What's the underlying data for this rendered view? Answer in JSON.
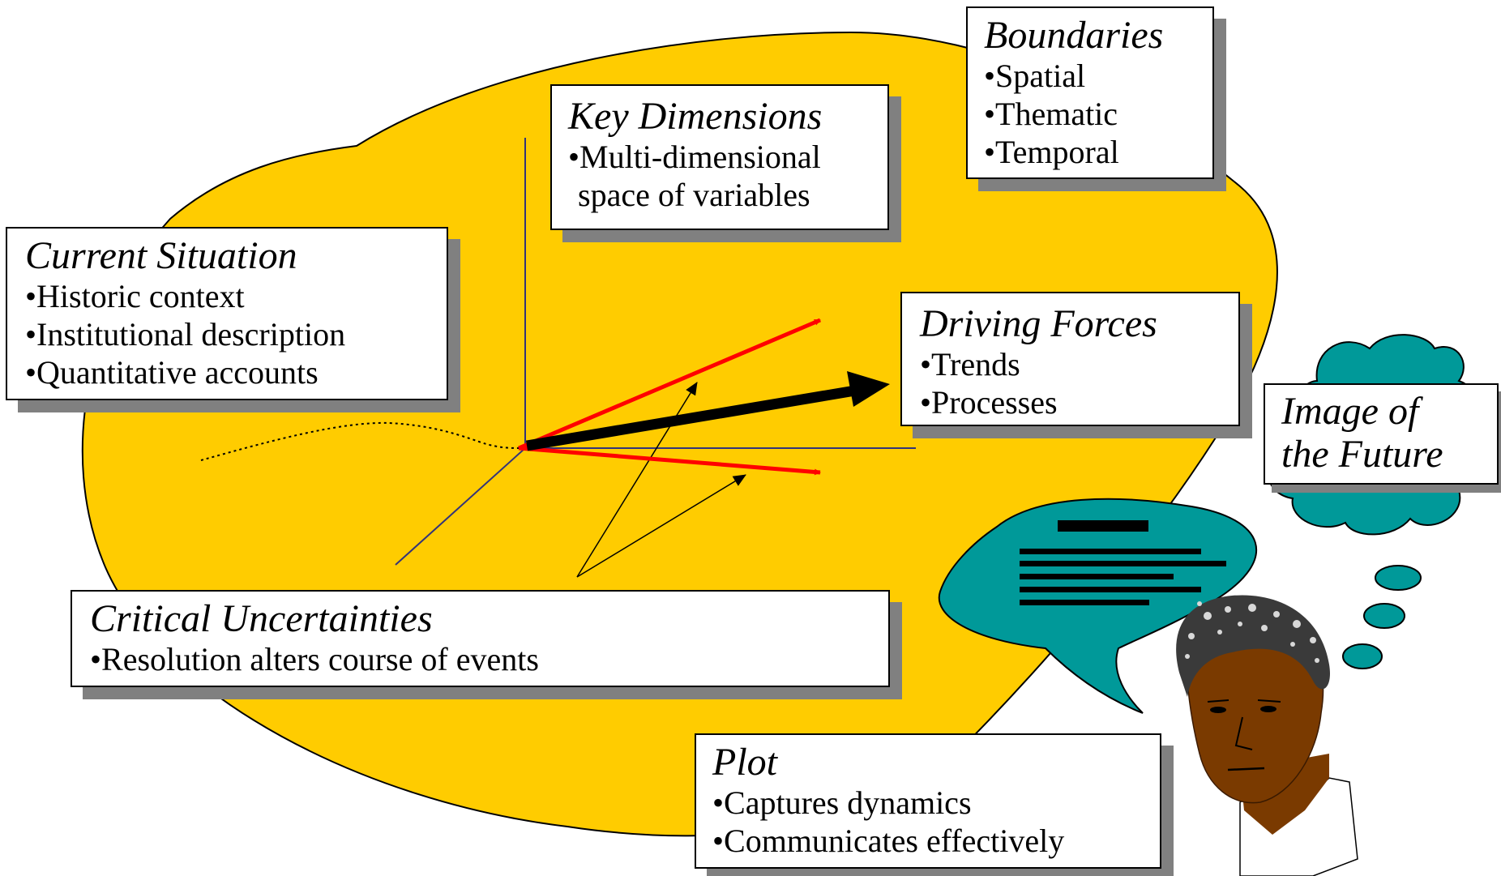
{
  "colors": {
    "blob": "#FFCC00",
    "bubble": "#009999",
    "arrow_red": "#FF0000",
    "arrow_black": "#000000",
    "axis": "#33337a",
    "skin": "#7A3A00",
    "shadow": "#808080"
  },
  "boxes": {
    "boundaries": {
      "title": "Boundaries",
      "items": [
        "Spatial",
        "Thematic",
        "Temporal"
      ]
    },
    "key_dimensions": {
      "title": "Key Dimensions",
      "items": [
        "Multi-dimensional",
        "space of variables"
      ]
    },
    "current_situation": {
      "title": "Current Situation",
      "items": [
        "Historic context",
        "Institutional description",
        "Quantitative accounts"
      ]
    },
    "driving_forces": {
      "title": "Driving Forces",
      "items": [
        "Trends",
        "Processes"
      ]
    },
    "image_future": {
      "title_line1": "Image of",
      "title_line2": "the Future"
    },
    "critical_uncertainties": {
      "title": "Critical Uncertainties",
      "items": [
        "Resolution alters course of events"
      ]
    },
    "plot": {
      "title": "Plot",
      "items": [
        "Captures dynamics",
        "Communicates effectively"
      ]
    }
  },
  "icons": {
    "speech_bubble": "speech-bubble-icon",
    "thought_cloud": "thought-cloud-icon",
    "person": "person-head-icon"
  }
}
